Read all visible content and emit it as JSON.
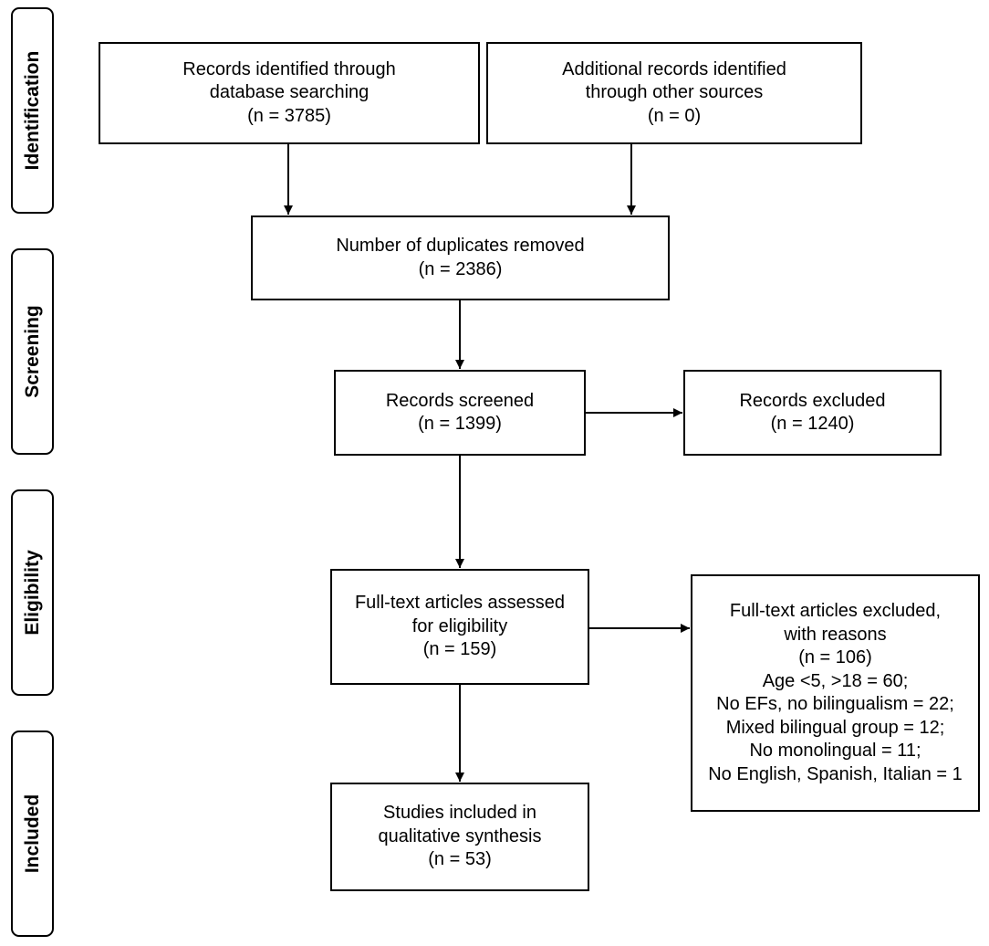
{
  "stages": {
    "identification": "Identification",
    "screening": "Screening",
    "eligibility": "Eligibility",
    "included": "Included"
  },
  "boxes": {
    "database_search": [
      "Records identified through",
      "database searching",
      "(n = 3785)"
    ],
    "other_sources": [
      "Additional records identified",
      "through other sources",
      "(n = 0)"
    ],
    "duplicates_removed": [
      "Number of duplicates removed",
      "(n = 2386)"
    ],
    "records_screened": [
      "Records screened",
      "(n = 1399)"
    ],
    "records_excluded": [
      "Records excluded",
      "(n = 1240)"
    ],
    "fulltext_assessed": [
      "Full-text articles assessed",
      "for eligibility",
      "(n = 159)"
    ],
    "fulltext_excluded": [
      "Full-text articles excluded,",
      "with reasons",
      "(n = 106)",
      "Age <5, >18 = 60;",
      "No EFs, no bilingualism = 22;",
      "Mixed bilingual group = 12;",
      "No monolingual = 11;",
      "No English, Spanish, Italian = 1"
    ],
    "studies_included": [
      "Studies included in",
      "qualitative synthesis",
      "(n = 53)"
    ]
  }
}
